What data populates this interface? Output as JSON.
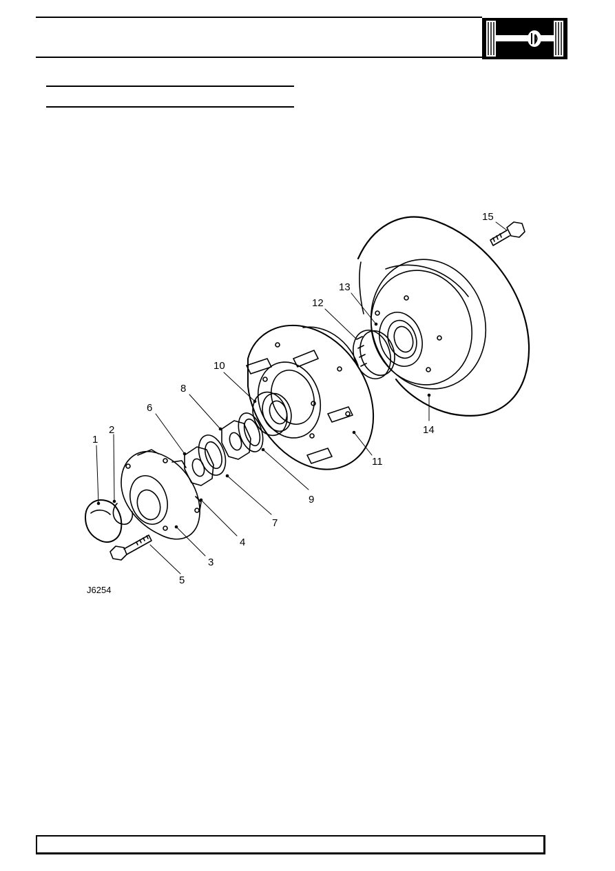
{
  "header": {
    "section_icon": "axle-icon"
  },
  "figure": {
    "reference": "J6254",
    "callouts": [
      "1",
      "2",
      "3",
      "4",
      "5",
      "6",
      "7",
      "8",
      "9",
      "10",
      "11",
      "12",
      "13",
      "14",
      "15"
    ]
  }
}
